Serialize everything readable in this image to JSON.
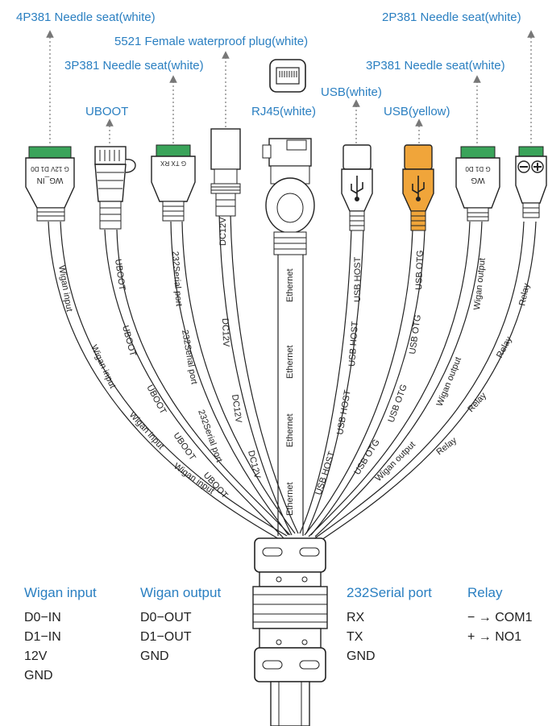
{
  "labels": {
    "l4p381": "4P381 Needle seat(white)",
    "l2p381": "2P381 Needle seat(white)",
    "l5521": "5521 Female waterproof plug(white)",
    "l3p381_left": "3P381 Needle seat(white)",
    "l3p381_right": "3P381 Needle seat(white)",
    "uboot": "UBOOT",
    "rj45": "RJ45(white)",
    "usb_white": "USB(white)",
    "usb_yellow": "USB(yellow)"
  },
  "pins": {
    "wiegand_in_pins": "G 12V D1 D0",
    "wiegand_in_name": "WG_IN",
    "serial_pins": "G TX RX",
    "wiegand_out_pins": "G D1 D0",
    "wiegand_out_name": "WG"
  },
  "cables": {
    "wiegand_input": "Wigan input",
    "uboot": "UBOOT",
    "serial": "232Serial port",
    "dc12v": "DC12V",
    "ethernet": "Ethernet",
    "usb_host": "USB HOST",
    "usb_otg": "USB OTG",
    "wiegand_output": "Wigan output",
    "relay": "Relay"
  },
  "legend": {
    "wiegand_input": {
      "title": "Wigan input",
      "lines": [
        "D0−IN",
        "D1−IN",
        "12V",
        "GND"
      ]
    },
    "wiegand_output": {
      "title": "Wigan output",
      "lines": [
        "D0−OUT",
        "D1−OUT",
        "GND"
      ]
    },
    "serial": {
      "title": "232Serial port",
      "lines": [
        "RX",
        "TX",
        "GND"
      ]
    },
    "relay": {
      "title": "Relay",
      "lines": [
        "− → COM1",
        "+ → NO1"
      ]
    }
  },
  "colors": {
    "label_blue": "#2a7fc1",
    "usb_yellow": "#f0a53a",
    "terminal_green": "#3aa45a",
    "line": "#222222"
  }
}
